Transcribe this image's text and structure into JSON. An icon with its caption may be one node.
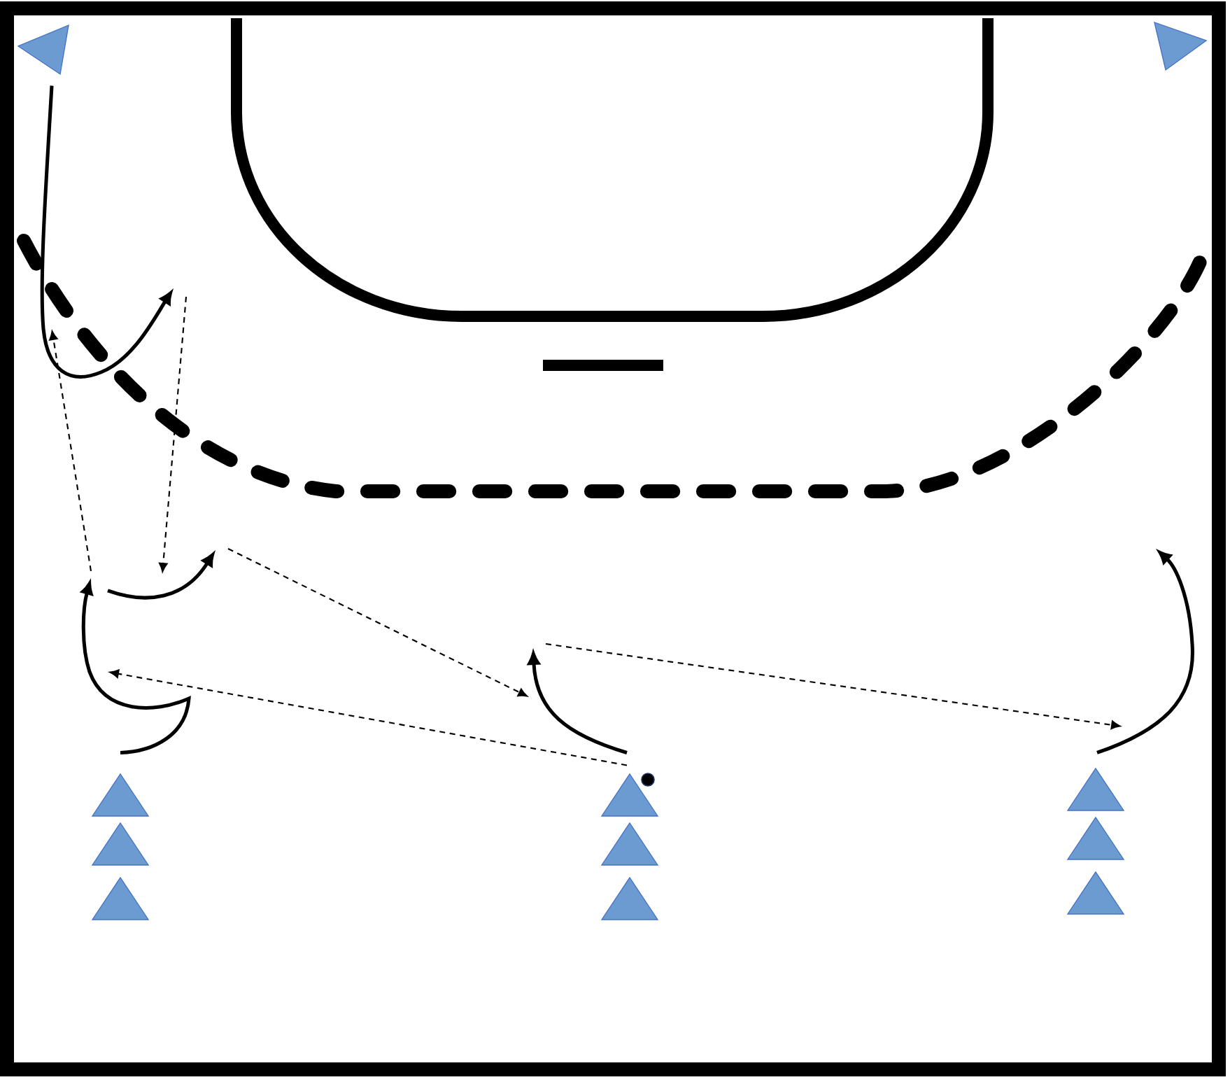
{
  "diagram": {
    "nodes": [
      {
        "text": [],
        "shape": "triangle"
      },
      {
        "text": [],
        "shape": "triangle"
      },
      {
        "text": [],
        "shape": "triangle"
      },
      {
        "text": [],
        "shape": "triangle"
      },
      {
        "text": [],
        "shape": "triangle"
      },
      {
        "text": [],
        "shape": "triangle"
      },
      {
        "text": [],
        "shape": "triangle"
      },
      {
        "text": [],
        "shape": "triangle"
      },
      {
        "text": [],
        "shape": "triangle"
      },
      {
        "text": [],
        "shape": "triangle"
      },
      {
        "text": [],
        "shape": "triangle"
      }
    ],
    "edges": [
      {
        "from": 0,
        "to": null,
        "arrow": "to"
      },
      {
        "from": 2,
        "to": null,
        "arrow": "to"
      },
      {
        "from": 3,
        "to": null,
        "arrow": "to",
        "style": "dashed"
      },
      {
        "from": 3,
        "to": null,
        "arrow": "to"
      },
      {
        "from": 4,
        "to": null,
        "arrow": "to"
      }
    ]
  }
}
